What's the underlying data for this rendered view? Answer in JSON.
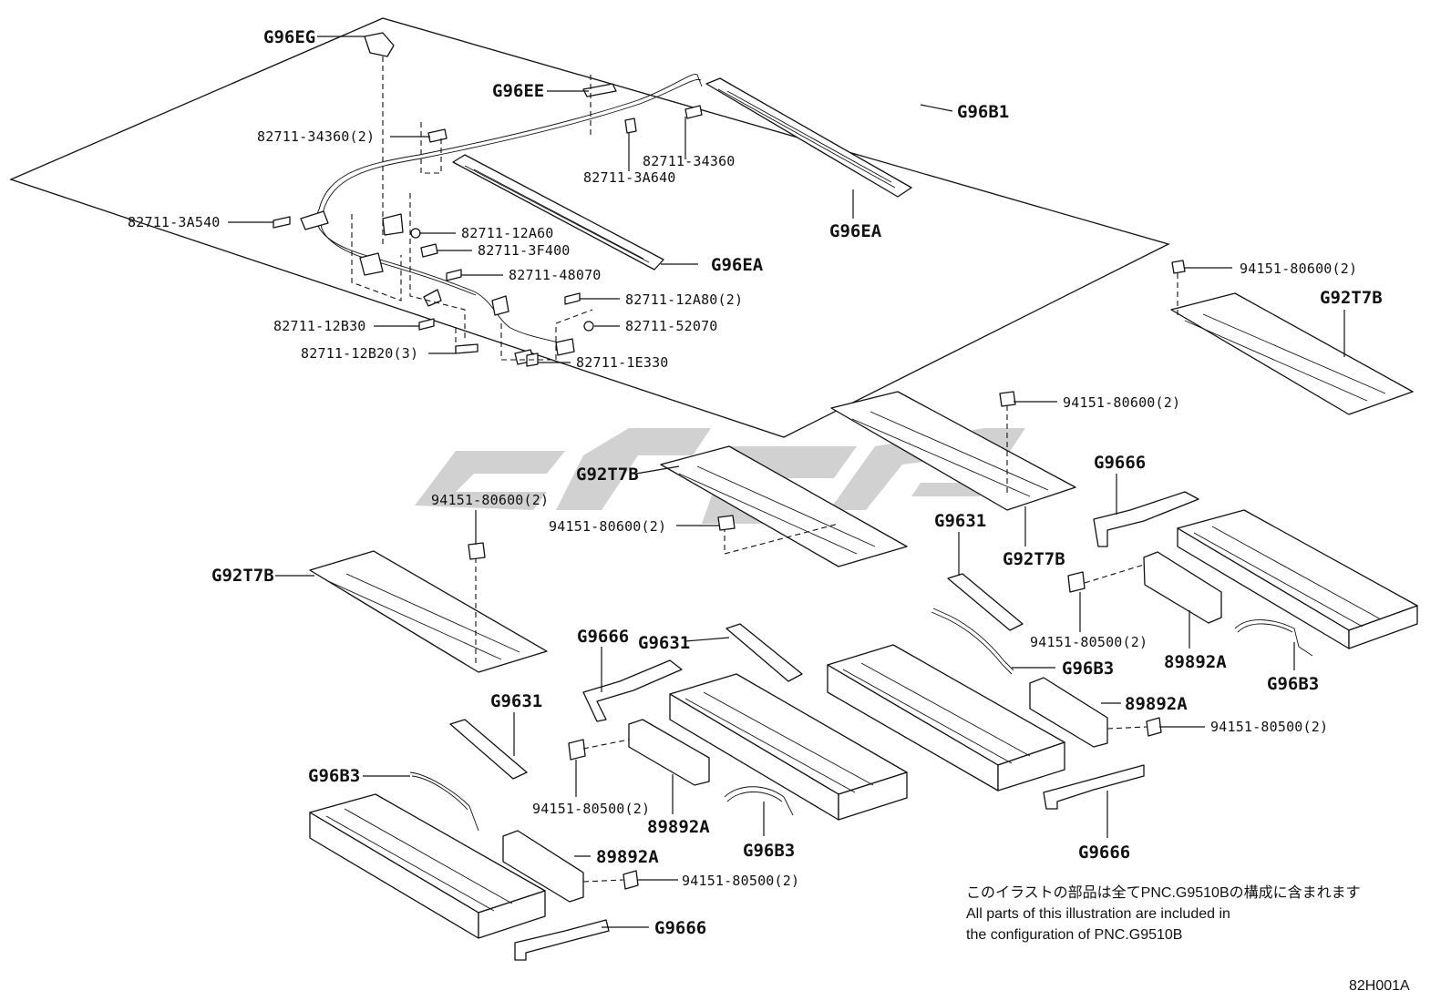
{
  "labels": {
    "g96eg": "G96EG",
    "g96ee": "G96EE",
    "g96b1": "G96B1",
    "p34360_2": "82711-34360(2)",
    "p34360": "82711-34360",
    "p3a640": "82711-3A640",
    "p3a540": "82711-3A540",
    "p12a60": "82711-12A60",
    "p3f400": "82711-3F400",
    "p48070": "82711-48070",
    "p12a80": "82711-12A80(2)",
    "p52070": "82711-52070",
    "p12b30": "82711-12B30",
    "p12b20": "82711-12B20(3)",
    "p1e330": "82711-1E330",
    "g96ea_a": "G96EA",
    "g96ea_b": "G96EA",
    "n80600_a": "94151-80600(2)",
    "g92t7b_a": "G92T7B",
    "n80600_b": "94151-80600(2)",
    "g92t7b_b": "G92T7B",
    "g92t7b_c": "G92T7B",
    "n80600_c": "94151-80600(2)",
    "n80600_d": "94151-80600(2)",
    "g92t7b_d": "G92T7B",
    "g9666_a": "G9666",
    "g9631_a": "G9631",
    "n80500_a": "94151-80500(2)",
    "g96b3_a": "G96B3",
    "p89892a_a": "89892A",
    "g96b3_b": "G96B3",
    "g9666_b": "G9666",
    "g9631_b": "G9631",
    "p89892a_b": "89892A",
    "n80500_b": "94151-80500(2)",
    "g9631_c": "G9631",
    "n80500_c": "94151-80500(2)",
    "p89892a_c": "89892A",
    "g96b3_c": "G96B3",
    "g9666_c": "G9666",
    "g96b3_d": "G96B3",
    "p89892a_d": "89892A",
    "n80500_d": "94151-80500(2)",
    "g9666_d": "G9666"
  },
  "note": {
    "line1": "このイラストの部品は全てPNC.G9510Bの構成に含まれます",
    "line2": "All parts of this illustration are included in",
    "line3": "the configuration of PNC.G9510B"
  },
  "code": "82H001A"
}
